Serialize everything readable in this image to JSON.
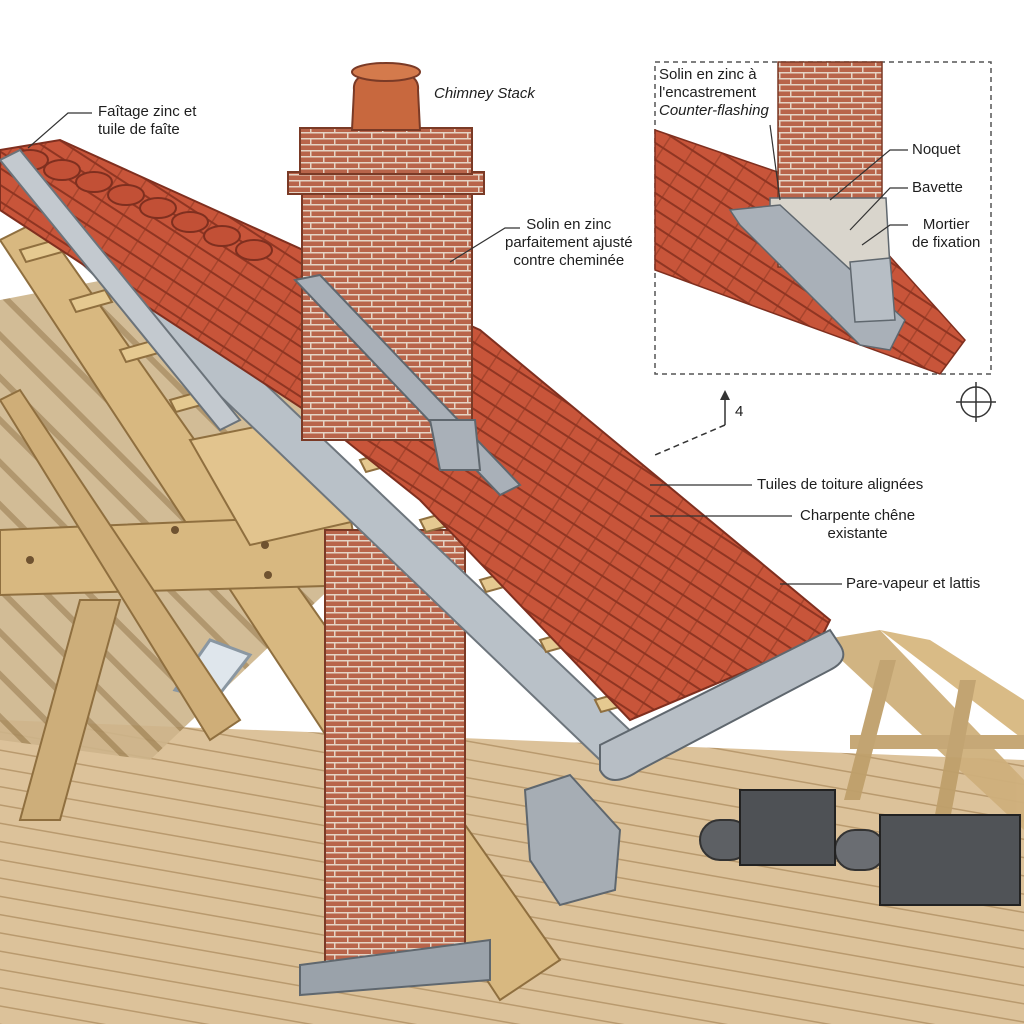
{
  "diagram": {
    "labels": {
      "ridge": {
        "line1": "Faîtage zinc et",
        "line2": "tuile de faîte"
      },
      "chimney_stack": "Chimney Stack",
      "flashing_main": {
        "line1": "Solin en zinc",
        "line2": "parfaitement ajusté",
        "line3": "contre cheminée"
      },
      "tiles": "Tuiles de toiture alignées",
      "frame": {
        "line1": "Charpente chêne",
        "line2": "existante"
      },
      "vapour": "Pare-vapeur et lattis",
      "section_marker": "4"
    },
    "inset": {
      "title_line1": "Solin en zinc à",
      "title_line2": "l'encastrement",
      "title_line3": "Counter-flashing",
      "noquet": "Noquet",
      "bavette": "Bavette",
      "mortier": {
        "line1": "Mortier",
        "line2": "de fixation"
      }
    },
    "colors": {
      "tile": "#c8553a",
      "brick": "#b8644a",
      "zinc": "#a9b0b8",
      "timber": "#d8b880",
      "floor": "#dcc29a"
    }
  }
}
